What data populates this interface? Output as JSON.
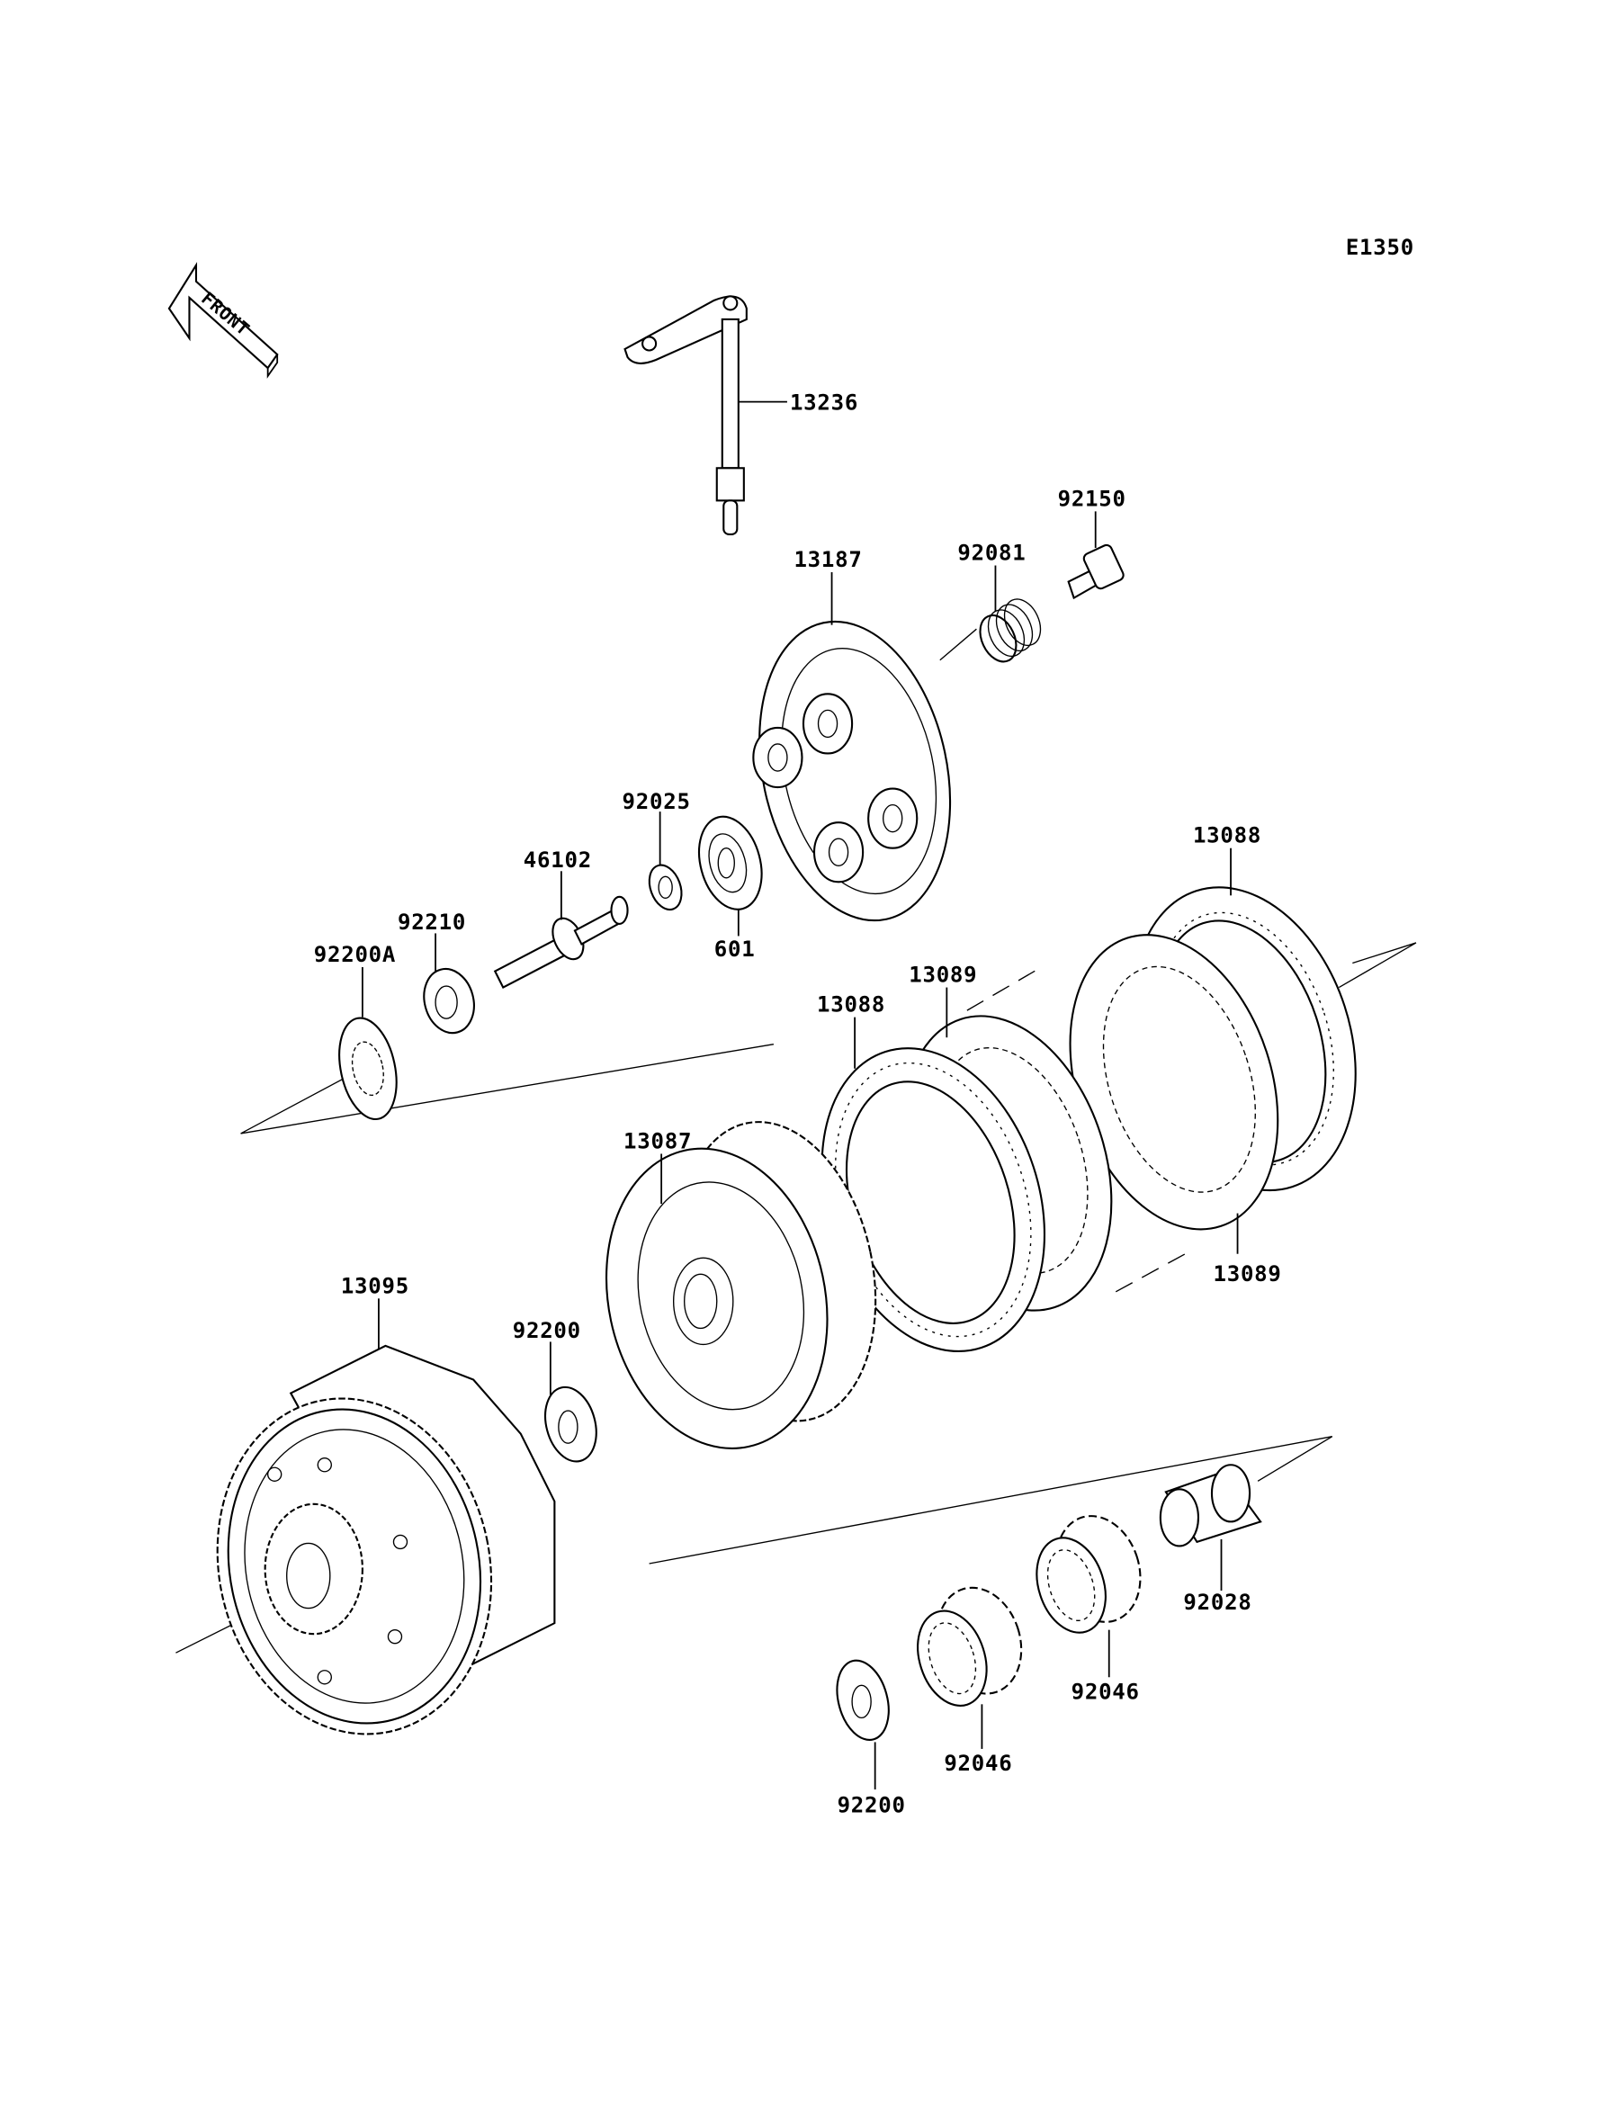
{
  "diagram_code": "E1350",
  "front_marker": {
    "label": "FRONT",
    "icon": "front-arrow-icon"
  },
  "parts": {
    "p13236": "13236",
    "p92150": "92150",
    "p13187": "13187",
    "p92081": "92081",
    "p92025": "92025",
    "p601": "601",
    "p46102": "46102",
    "p92210": "92210",
    "p92200A": "92200A",
    "p13088a": "13088",
    "p13089a": "13089",
    "p13088b": "13088",
    "p13089b": "13089",
    "p13087": "13087",
    "p13095": "13095",
    "p92200a": "92200",
    "p92028": "92028",
    "p92046a": "92046",
    "p92046b": "92046",
    "p92200b": "92200"
  }
}
